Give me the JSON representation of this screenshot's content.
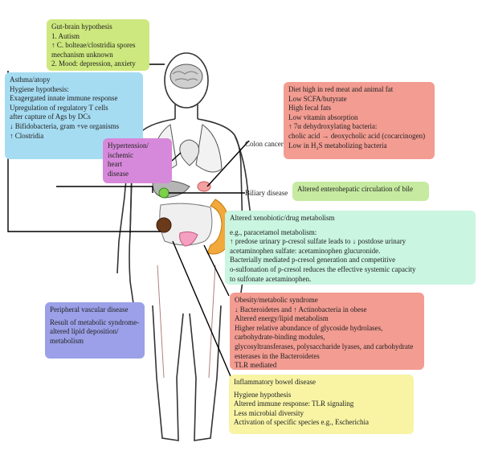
{
  "gut_brain": {
    "title": "Gut-brain hypothesis",
    "lines": [
      "1. Autism",
      "↑ C. bolteae/clostridia spores",
      "mechanism unknown",
      "2. Mood: depression, anxiety"
    ]
  },
  "asthma": {
    "title": "Asthma/atopy",
    "lines": [
      "Hygiene hypothesis:",
      "Exagergated innate immune response",
      "Upregulation of regulatory T cells",
      "after capture of Ags by DCs",
      "↓ Bifidobacteria, gram +ve organisms",
      "↑ Clostridia"
    ]
  },
  "hypertension": {
    "lines": [
      "Hypertension/",
      "ischemic",
      "heart",
      "disease"
    ]
  },
  "colon_cancer": {
    "label": "Colon cancer",
    "lines": [
      "Diet high in red meat and animal fat",
      "Low SCFA/butyrate",
      "High fecal fats",
      "Low vitamin absorption",
      "↑ 7α dehydroxylating bacteria:",
      "cholic acid → deoxycholic acid (cocarcinogen)",
      "Low in H₂S metabolizing bacteria"
    ]
  },
  "biliary": {
    "label": "Biliary disease",
    "text": "Altered enterohepatic circulation of bile"
  },
  "xenobiotic": {
    "title": "Altered xenobiotic/drug metabolism",
    "lines": [
      "e.g., paracetamol metabolism:",
      "↑ predose urinary p-cresol sulfate leads to ↓ postdose urinary",
      "acetaminophen sulfate: acetaminophen glucuronide.",
      "Bacterially mediated p-cresol generation and competitive",
      "o-sulfonation of p-cresol reduces the effective systemic capacity",
      "to sulfonate acetaminophen."
    ]
  },
  "obesity": {
    "title": "Obesity/metabolic syndrome",
    "lines": [
      "↓ Bacteroidetes and ↑ Actinobacteria in obese",
      "Altered energy/lipid metabolism",
      "Higher relative abundance of glycoside hydrolases,",
      "carbohydrate-binding modules,",
      "glycosyltransferases, polysaccharide lyases, and carbohydrate",
      "esterases in the Bacteroidetes",
      "TLR mediated"
    ]
  },
  "pvd": {
    "title": "Peripheral vascular disease",
    "lines": [
      "Result of metabolic syndrome-",
      "altered lipid deposition/",
      "metabolism"
    ]
  },
  "ibd": {
    "title": "Inflammatory bowel disease",
    "lines": [
      "Hygiene hypothesis",
      "Altered immune response: TLR signaling",
      "Less microbial diversity",
      "Activation of specific species e.g., Escherichia"
    ]
  },
  "colors": {
    "green": "#cde87e",
    "blue": "#a6dcf2",
    "purple": "#d689da",
    "salmon": "#f39c92",
    "lgreen": "#c6eaa0",
    "mint": "#c9f5e1",
    "violet": "#9ba0e8",
    "yellow": "#f8f4a4"
  }
}
